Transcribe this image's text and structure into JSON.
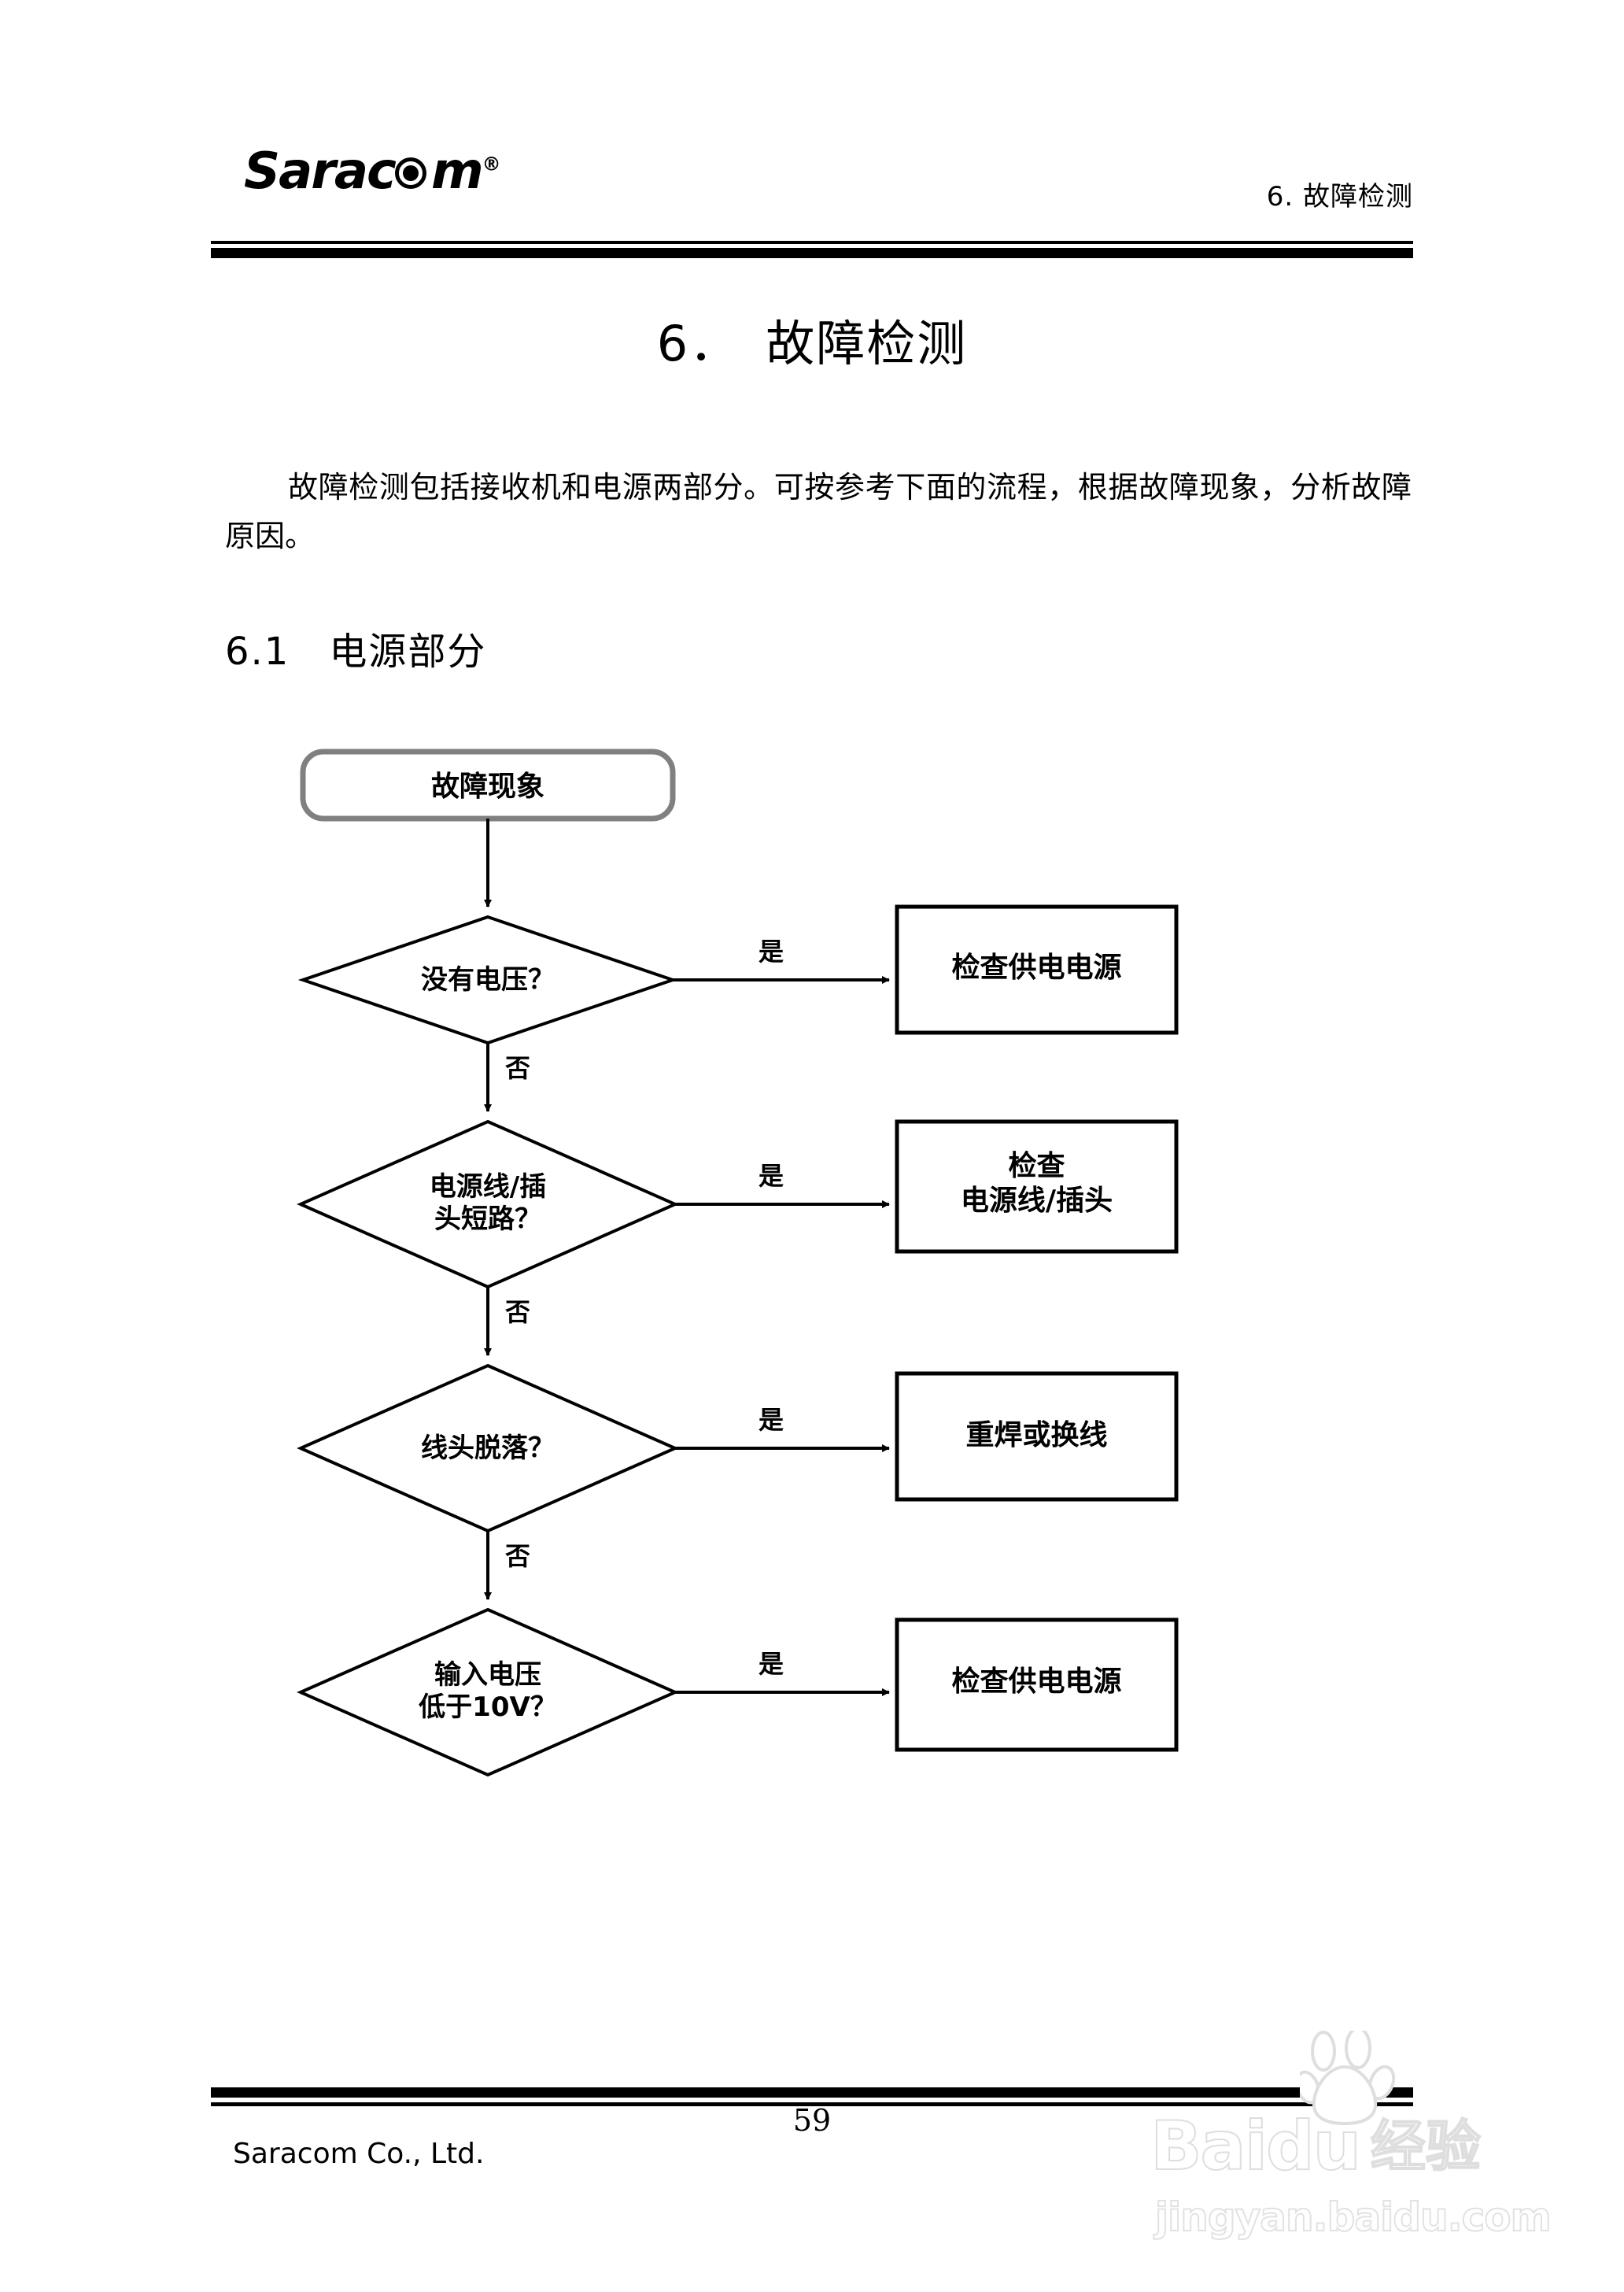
{
  "header": {
    "logo_text_before": "Sarac",
    "logo_text_after": "m",
    "logo_trademark": "®",
    "right_title": "6. 故障检测"
  },
  "title": "6．　故障检测",
  "paragraph": "故障检测包括接收机和电源两部分。可按参考下面的流程，根据故障现象，分析故障原因。",
  "section": {
    "number": "6.1",
    "heading": "6.1　电源部分"
  },
  "flowchart": {
    "start": "故障现象",
    "yes_label": "是",
    "no_label": "否",
    "steps": [
      {
        "decision": "没有电压？",
        "yes_label": "是",
        "action": "检查供电电源",
        "no_label": "否"
      },
      {
        "decision": "电源线/插\n头短路？",
        "yes_label": "是",
        "action": "检查\n电源线/插头",
        "no_label": "否"
      },
      {
        "decision": "线头脱落？",
        "yes_label": "是",
        "action": "重焊或换线",
        "no_label": "否"
      },
      {
        "decision": "输入电压\n低于10V？",
        "yes_label": "是",
        "action": "检查供电电源",
        "no_label": ""
      }
    ]
  },
  "footer": {
    "company": "Saracom Co., Ltd.",
    "page_number": "59"
  },
  "watermark": {
    "brand": "Bai",
    "brand2": "du",
    "cn": "经验",
    "url": "jingyan.baidu.com"
  }
}
